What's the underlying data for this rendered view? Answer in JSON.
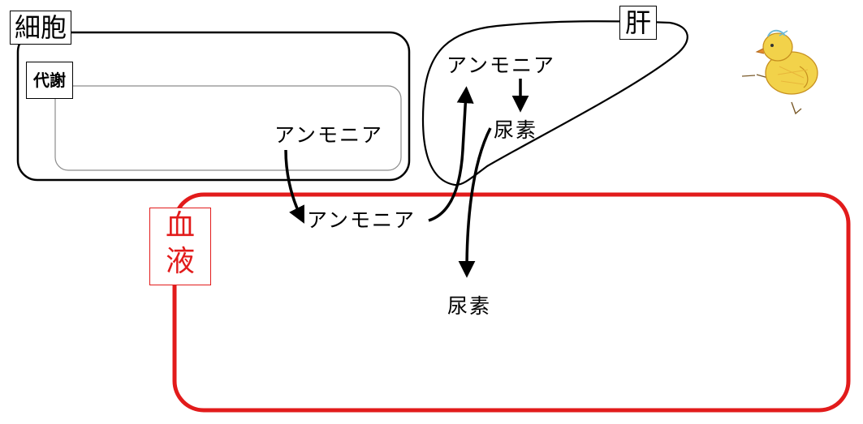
{
  "cell": {
    "label": "細胞",
    "metabolism_label": "代謝",
    "ammonia": "アンモニア"
  },
  "liver": {
    "label": "肝",
    "ammonia": "アンモニア",
    "urea": "尿素"
  },
  "blood": {
    "label_line1": "血",
    "label_line2": "液",
    "ammonia": "アンモニア",
    "urea": "尿素",
    "color": "#e21b1b"
  }
}
